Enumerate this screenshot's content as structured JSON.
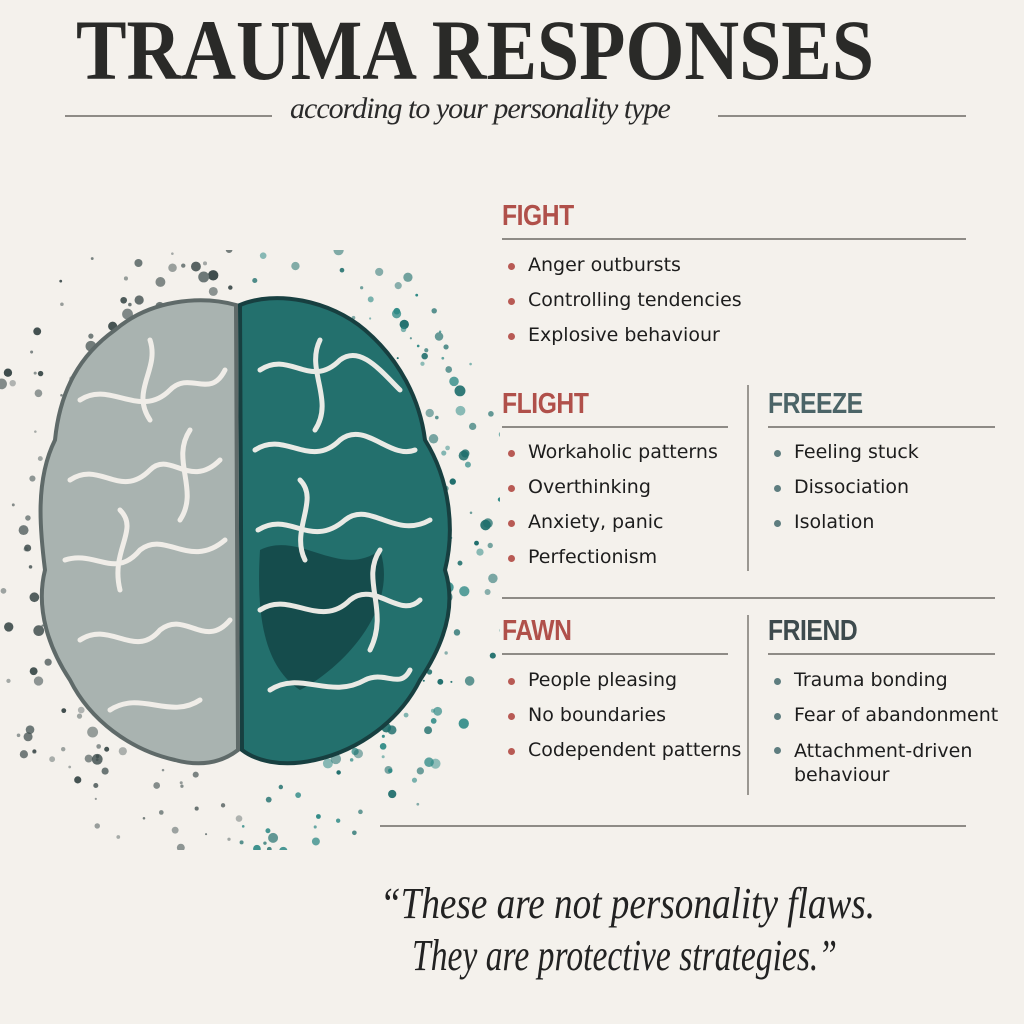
{
  "title": "TRAUMA RESPONSES",
  "subtitle": "according to your personality type",
  "colors": {
    "fight_red": "#b0504a",
    "slate": "#4b6467",
    "teal": "#1f6e6c",
    "background": "#f4f1ec"
  },
  "sections": {
    "fight": {
      "heading": "FIGHT",
      "items": [
        "Anger outbursts",
        "Controlling tendencies",
        "Explosive behaviour"
      ]
    },
    "flight": {
      "heading": "FLIGHT",
      "items": [
        "Workaholic patterns",
        "Overthinking",
        "Anxiety, panic",
        "Perfectionism"
      ]
    },
    "freeze": {
      "heading": "FREEZE",
      "items": [
        "Feeling stuck",
        "Dissociation",
        "Isolation"
      ]
    },
    "fawn": {
      "heading": "FAWN",
      "items": [
        "People pleasing",
        "No boundaries",
        "Codependent patterns"
      ]
    },
    "friend": {
      "heading": "FRIEND",
      "items": [
        "Trauma bonding",
        "Fear of abandonment",
        "Attachment-driven behaviour"
      ]
    }
  },
  "quote": {
    "line1": "“These are not personality flaws.",
    "line2": "They are protective strategies.”"
  }
}
